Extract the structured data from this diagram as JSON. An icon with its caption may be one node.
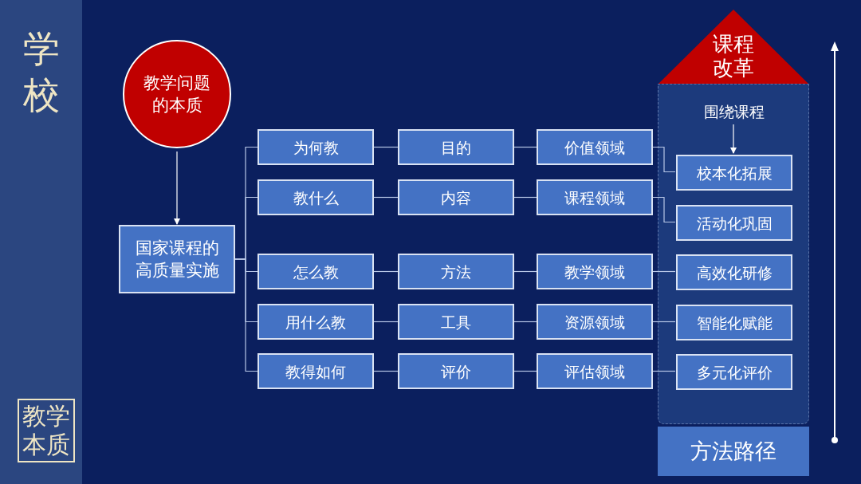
{
  "diagram": {
    "nodes": [
      {
        "text": [
          "学校"
        ]
      },
      {
        "text": [
          "教学本质"
        ],
        "in": 0
      },
      {
        "text": [
          "教学问题的本质"
        ]
      },
      {
        "text": [
          "国家课程的高质量实施"
        ]
      },
      {
        "text": [
          "为何教"
        ]
      },
      {
        "text": [
          "教什么"
        ]
      },
      {
        "text": [
          "怎么教"
        ]
      },
      {
        "text": [
          "用什么教"
        ]
      },
      {
        "text": [
          "教得如何"
        ]
      },
      {
        "text": [
          "目的"
        ]
      },
      {
        "text": [
          "内容"
        ]
      },
      {
        "text": [
          "方法"
        ]
      },
      {
        "text": [
          "工具"
        ]
      },
      {
        "text": [
          "评价"
        ]
      },
      {
        "text": [
          "价值领域"
        ]
      },
      {
        "text": [
          "课程领域"
        ]
      },
      {
        "text": [
          "教学领域"
        ]
      },
      {
        "text": [
          "资源领域"
        ]
      },
      {
        "text": [
          "评估领域"
        ]
      },
      {
        "text": [
          "课程改革"
        ]
      },
      {
        "text": [],
        "shape": "box"
      },
      {
        "text": [
          "围绕课程"
        ],
        "in": 20
      },
      {
        "text": [
          "校本化拓展"
        ],
        "in": 20
      },
      {
        "text": [
          "活动化巩固"
        ],
        "in": 20
      },
      {
        "text": [
          "高效化研修"
        ],
        "in": 20
      },
      {
        "text": [
          "智能化赋能"
        ],
        "in": 20
      },
      {
        "text": [
          "多元化评价"
        ],
        "in": 20
      },
      {
        "text": [
          "方法路径"
        ]
      }
    ],
    "edges": [
      {
        "from": 2,
        "to": 3,
        "arrow": "to"
      },
      {
        "from": 3,
        "to": 4,
        "arrow": "none"
      },
      {
        "from": 3,
        "to": 5,
        "arrow": "none"
      },
      {
        "from": 3,
        "to": 6,
        "arrow": "none"
      },
      {
        "from": 3,
        "to": 7,
        "arrow": "none"
      },
      {
        "from": 3,
        "to": 8,
        "arrow": "none"
      },
      {
        "from": 4,
        "to": 9,
        "arrow": "none"
      },
      {
        "from": 5,
        "to": 10,
        "arrow": "none"
      },
      {
        "from": 6,
        "to": 11,
        "arrow": "none"
      },
      {
        "from": 7,
        "to": 12,
        "arrow": "none"
      },
      {
        "from": 8,
        "to": 13,
        "arrow": "none"
      },
      {
        "from": 9,
        "to": 14,
        "arrow": "none"
      },
      {
        "from": 10,
        "to": 15,
        "arrow": "none"
      },
      {
        "from": 11,
        "to": 16,
        "arrow": "none"
      },
      {
        "from": 12,
        "to": 17,
        "arrow": "none"
      },
      {
        "from": 13,
        "to": 18,
        "arrow": "none"
      },
      {
        "from": 14,
        "to": 22,
        "arrow": "none"
      },
      {
        "from": 15,
        "to": 23,
        "arrow": "none"
      },
      {
        "from": 16,
        "to": 24,
        "arrow": "none"
      },
      {
        "from": 17,
        "to": 25,
        "arrow": "none"
      },
      {
        "from": 18,
        "to": 26,
        "arrow": "none"
      },
      {
        "from": 21,
        "to": 22,
        "arrow": "to"
      }
    ]
  }
}
